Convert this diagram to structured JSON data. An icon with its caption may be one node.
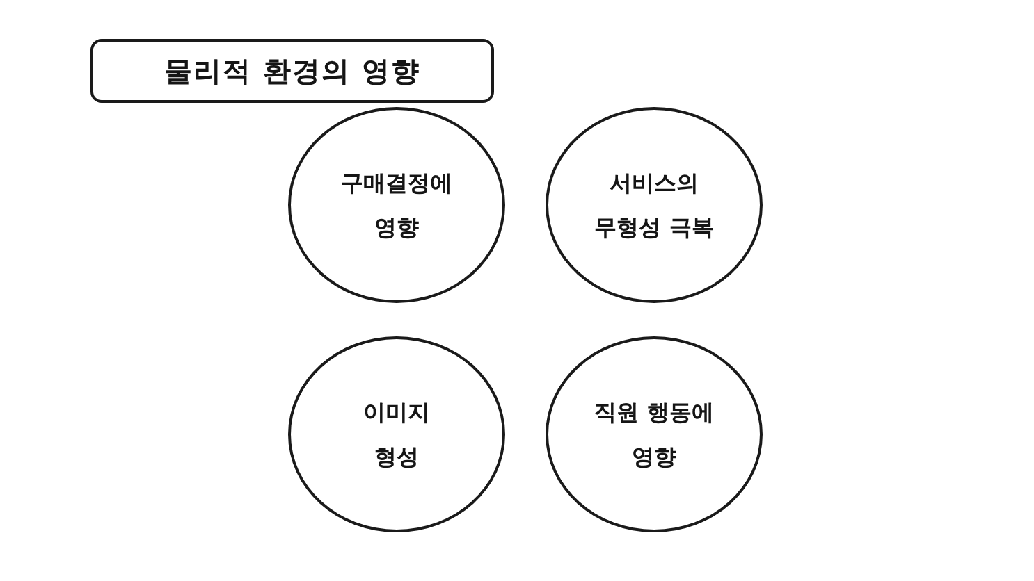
{
  "diagram": {
    "nodes": [
      {
        "text": [
          "물리적 환경의 영향"
        ]
      },
      {
        "text": [
          "구매결정에 영향"
        ]
      },
      {
        "text": [
          "서비스의 무형성 극복"
        ]
      },
      {
        "text": [
          "이미지 형성"
        ]
      },
      {
        "text": [
          "직원 행동에 영향"
        ]
      }
    ]
  }
}
